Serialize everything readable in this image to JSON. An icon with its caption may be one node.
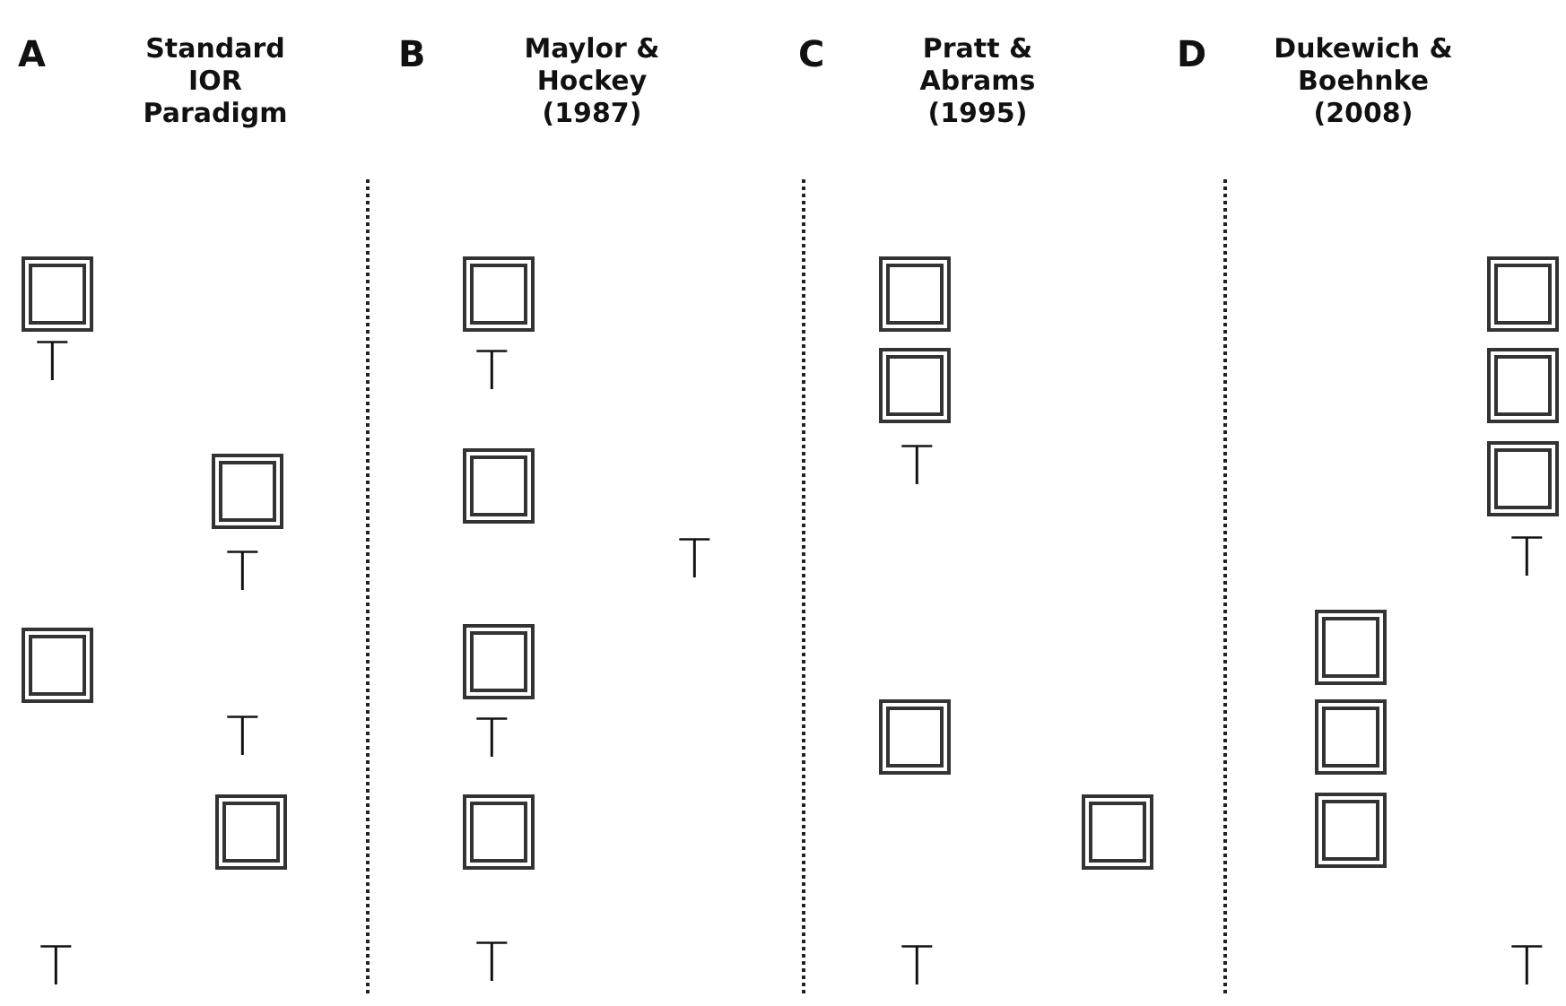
{
  "diagram": {
    "nodes": [
      {
        "text": [],
        "shape": "box"
      },
      {
        "text": [],
        "shape": "box"
      },
      {
        "text": [],
        "shape": "box"
      },
      {
        "text": [],
        "shape": "box"
      },
      {
        "text": [],
        "shape": "box"
      },
      {
        "text": [],
        "shape": "box"
      },
      {
        "text": [],
        "shape": "box"
      },
      {
        "text": [],
        "shape": "box"
      },
      {
        "text": [],
        "shape": "box"
      },
      {
        "text": [],
        "shape": "box"
      },
      {
        "text": [],
        "shape": "box"
      },
      {
        "text": [],
        "shape": "box"
      },
      {
        "text": [],
        "shape": "box"
      },
      {
        "text": [],
        "shape": "box"
      },
      {
        "text": [],
        "shape": "box"
      },
      {
        "text": [],
        "shape": "box"
      },
      {
        "text": [],
        "shape": "box"
      },
      {
        "text": [],
        "shape": "box"
      }
    ],
    "edges": [],
    "labels": [
      "A",
      "Standard IOR Paradigm",
      "B",
      "Maylor & Hockey (1987)",
      "C",
      "Pratt & Abrams (1995)",
      "D",
      "Dukewich & Boehnke (2008)",
      "T",
      "T",
      "T",
      "T",
      "T",
      "T",
      "T",
      "T",
      "T",
      "T",
      "T",
      "T"
    ]
  }
}
